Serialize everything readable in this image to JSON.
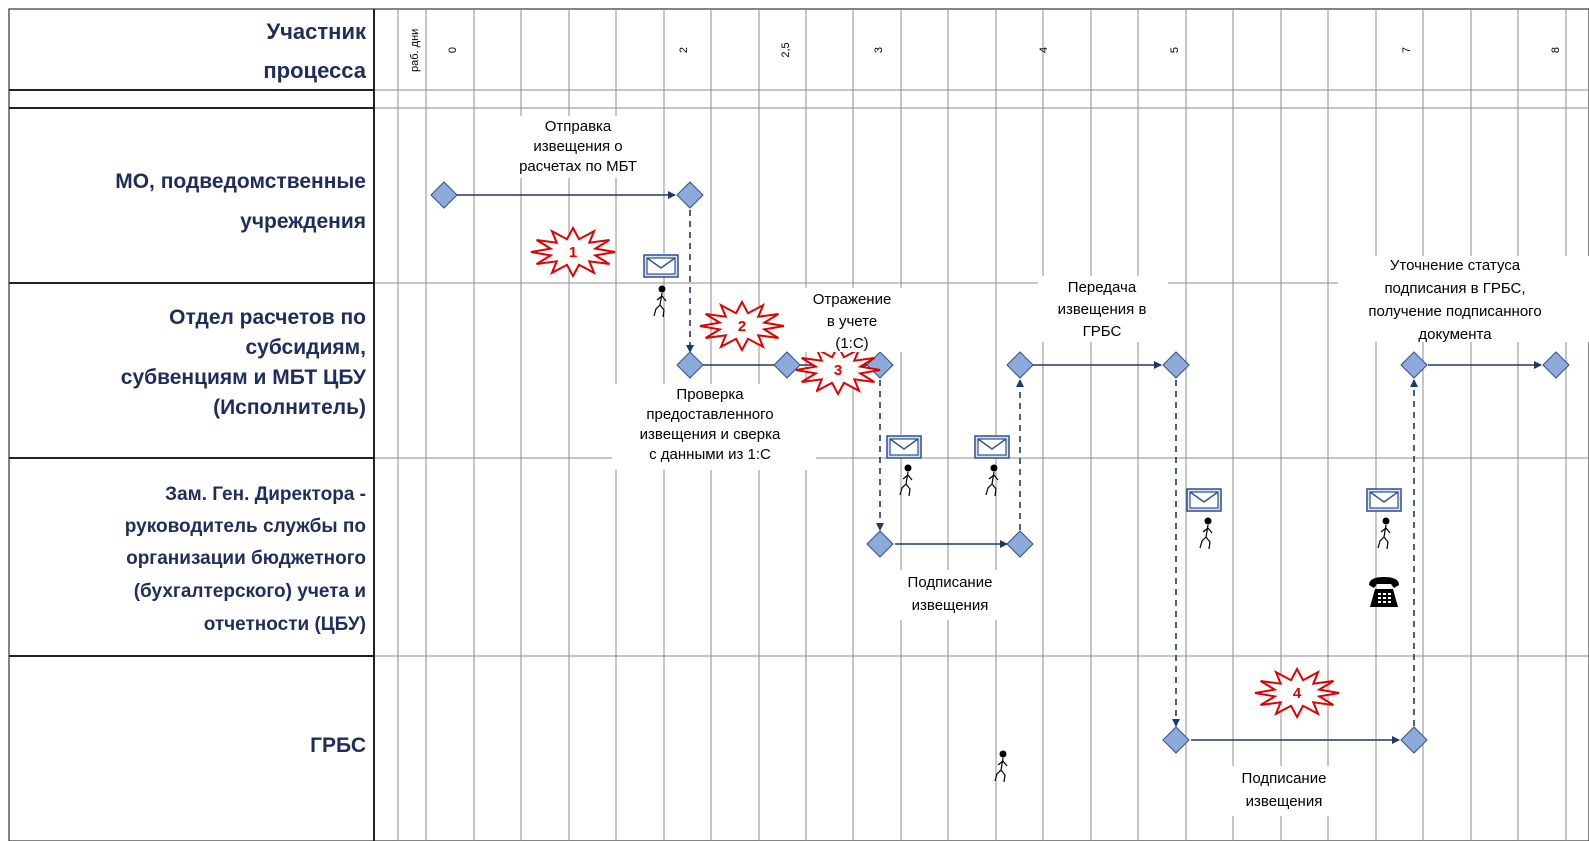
{
  "header": {
    "participant_line1": "Участник",
    "participant_line2": "процесса",
    "unit": "раб. дни"
  },
  "ticks": [
    "0",
    "2",
    "2,5",
    "3",
    "4",
    "5",
    "7",
    "8"
  ],
  "lanes": [
    {
      "id": "mo",
      "lines": [
        "МО, подведомственные",
        "учреждения"
      ]
    },
    {
      "id": "otdel",
      "lines": [
        "Отдел расчетов по",
        "субсидиям,",
        "субвенциям и МБТ ЦБУ",
        "(Исполнитель)"
      ]
    },
    {
      "id": "zam",
      "lines": [
        "Зам. Ген. Директора -",
        "руководитель службы по",
        "организации бюджетного",
        "(бухгалтерского) учета и",
        "отчетности (ЦБУ)"
      ]
    },
    {
      "id": "grbs",
      "lines": [
        "ГРБС"
      ]
    }
  ],
  "notes": {
    "send": [
      "Отправка",
      "извещения о",
      "расчетах по МБТ"
    ],
    "check": [
      "Проверка",
      "предоставленного",
      "извещения и сверка",
      "с данными из 1:С"
    ],
    "reflect": [
      "Отражение",
      "в учете",
      "(1:С)"
    ],
    "transfer": [
      "Передача",
      "извещения в",
      "ГРБС"
    ],
    "clarify": [
      "Уточнение статуса",
      "подписания в ГРБС,",
      "получение подписанного",
      "документа"
    ],
    "sign_zam": [
      "Подписание",
      "извещения"
    ],
    "sign_grbs": [
      "Подписание",
      "извещения"
    ]
  },
  "badges": [
    "1",
    "2",
    "3",
    "4"
  ],
  "colors": {
    "lane_text": "#1f2d5c",
    "arrow": "#1f3864",
    "diamond_fill": "#8eaadb",
    "diamond_stroke": "#2f4f8f",
    "badge_stroke": "#e00000",
    "grid": "#8c8c8c"
  },
  "icons": [
    "envelope-icon",
    "walking-person-icon",
    "telephone-icon",
    "burst-icon",
    "diamond-node-icon"
  ]
}
